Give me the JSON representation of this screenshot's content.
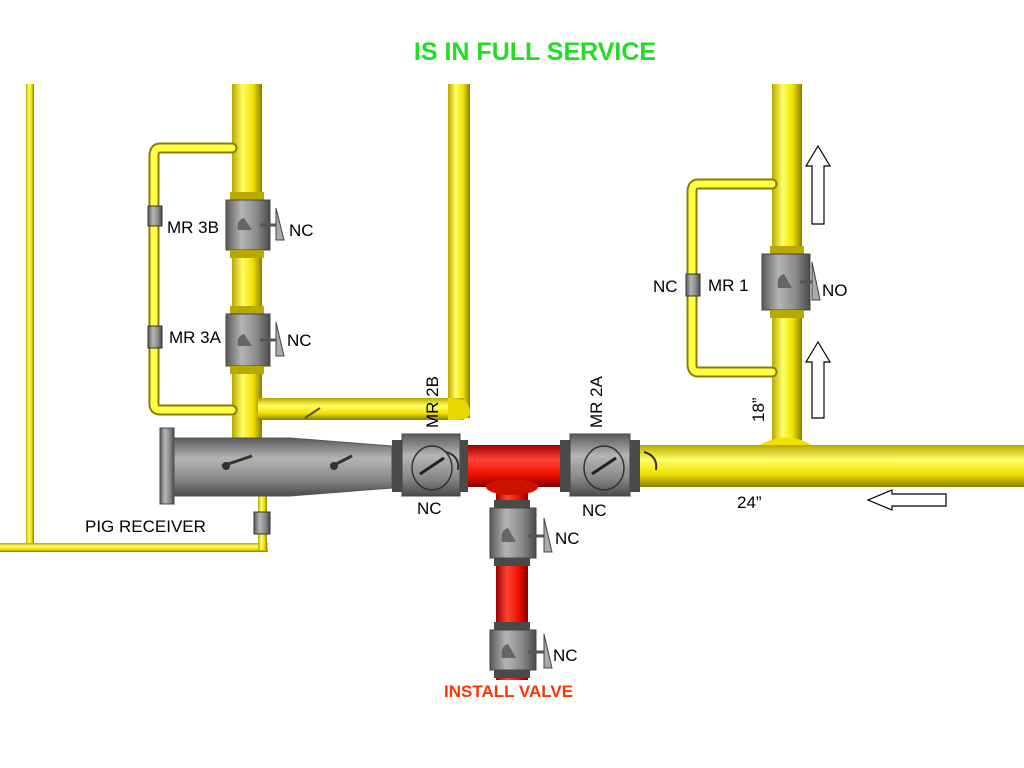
{
  "title": "IS IN FULL SERVICE",
  "labels": {
    "mr3b": "MR 3B",
    "mr3a": "MR 3A",
    "mr2b": "MR 2B",
    "mr2a": "MR 2A",
    "mr1": "MR 1",
    "pig_receiver": "PIG RECEIVER",
    "size_18": "18”",
    "size_24": "24”",
    "install_valve": "INSTALL VALVE"
  },
  "valve_states": {
    "mr3b": "NC",
    "mr3a": "NC",
    "mr2b": "NC",
    "mr2a": "NC",
    "mr1_bypass": "NC",
    "mr1": "NO",
    "branch_upper": "NC",
    "branch_lower": "NC"
  },
  "colors": {
    "title": "#22dd22",
    "pipe_in_service": "#ffee00",
    "pipe_isolated": "#ff2200",
    "valve_body": "#8a8a8a",
    "install_label": "#ff3300"
  }
}
